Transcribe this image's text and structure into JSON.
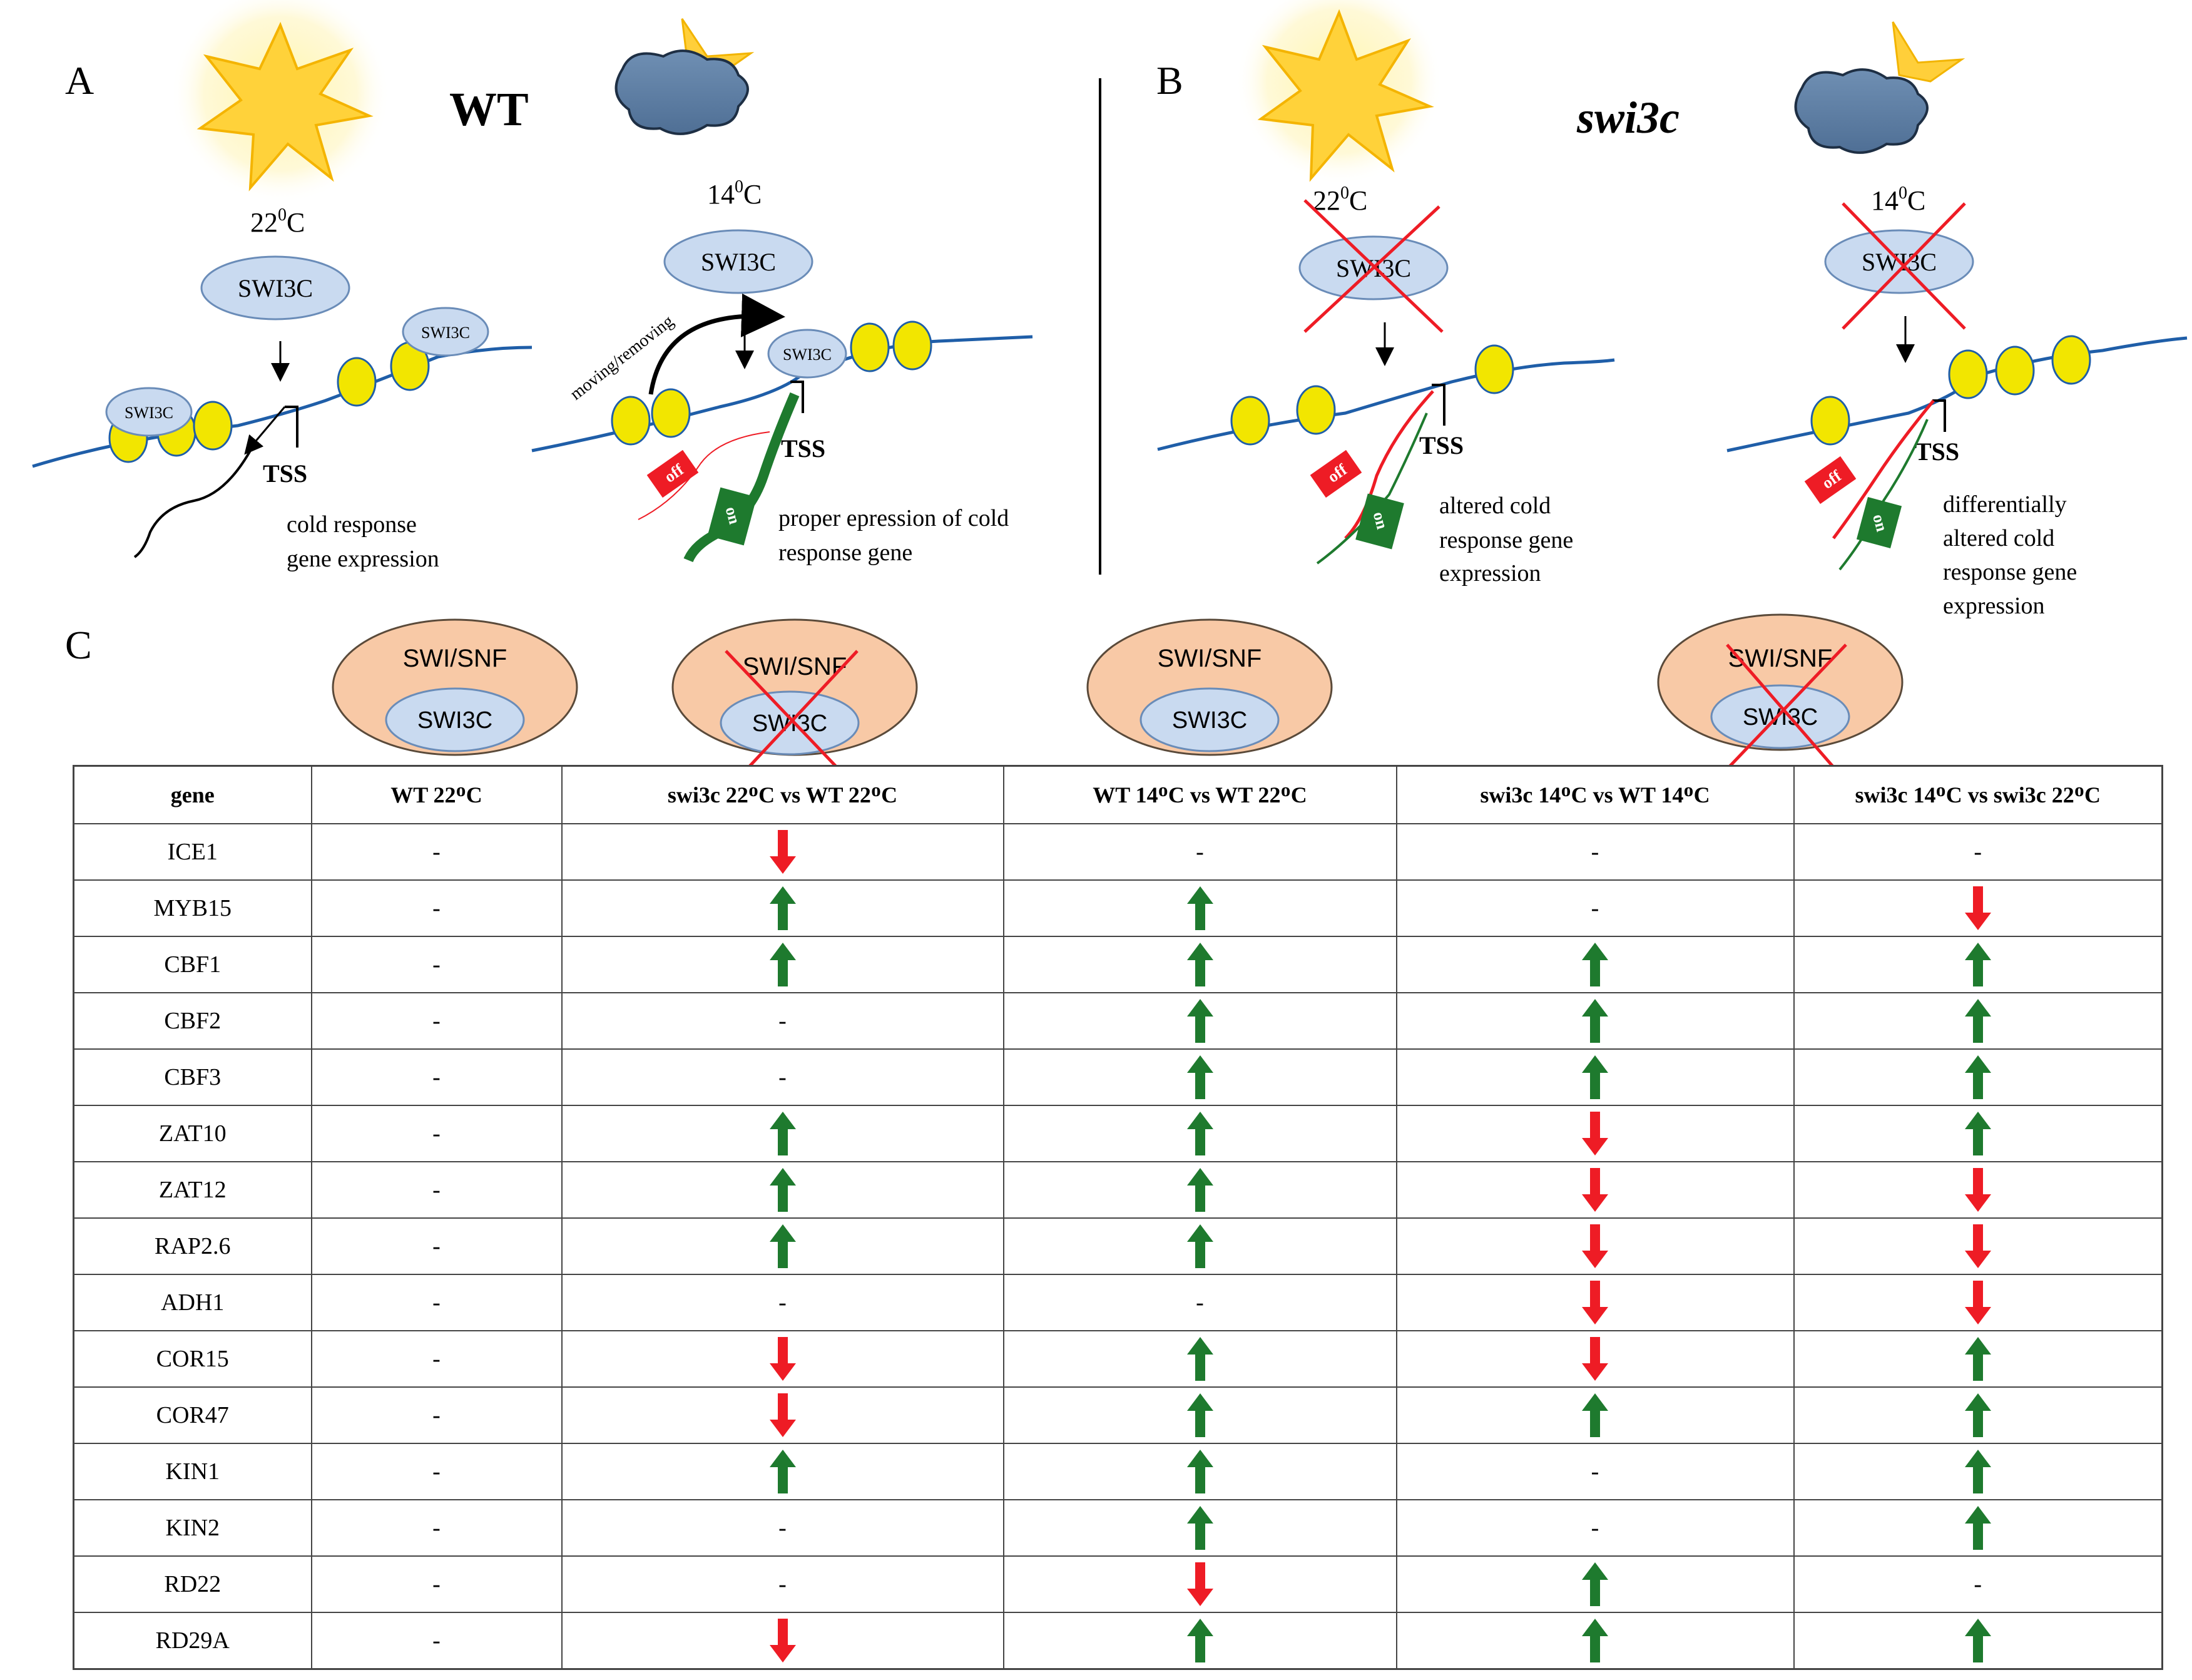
{
  "panel_a": {
    "letter": "A",
    "genotype": "WT",
    "temp_left": "22",
    "temp_right": "14",
    "temp_unit": "C",
    "temp_sup": "0",
    "oval_label": "SWI3C",
    "small_oval_label": "SWI3C",
    "tss": "TSS",
    "moving_label": "moving/removing",
    "caption_left_1": "cold response",
    "caption_left_2": "gene expression",
    "caption_right_1": "proper epression of cold",
    "caption_right_2": "response gene",
    "off_tag": "off",
    "on_tag": "on"
  },
  "panel_b": {
    "letter": "B",
    "genotype": "swi3c",
    "temp_left": "22",
    "temp_right": "14",
    "oval_label": "SWI3C",
    "tss": "TSS",
    "caption_left_1": "altered cold",
    "caption_left_2": "response gene",
    "caption_left_3": "expression",
    "caption_right_1": "differentially",
    "caption_right_2": "altered cold",
    "caption_right_3": "response gene",
    "caption_right_4": "expression",
    "off_tag": "off",
    "on_tag": "on"
  },
  "panel_c": {
    "letter": "C",
    "complex_outer": "SWI/SNF",
    "complex_inner": "SWI3C"
  },
  "colors": {
    "up": "#1e7a2e",
    "down": "#ee1c25",
    "dna": "#1f5ea8",
    "nucleosome": "#f2e600",
    "oval_fill": "#c9daf0",
    "complex_fill": "#f8c9a6",
    "cross": "#ee1c25"
  },
  "table": {
    "headers": [
      "gene",
      "WT 22ᴼC",
      "swi3c 22ᴼC vs WT 22ᴼC",
      "WT 14ᴼC  vs  WT 22ᴼC",
      "swi3c 14ᴼC vs WT 14ᴼC",
      "swi3c 14ᴼC vs swi3c 22ᴼC"
    ],
    "rows": [
      {
        "gene": "ICE1",
        "values": [
          "-",
          "down",
          "-",
          "-",
          "-"
        ]
      },
      {
        "gene": "MYB15",
        "values": [
          "-",
          "up",
          "up",
          "-",
          "down"
        ]
      },
      {
        "gene": "CBF1",
        "values": [
          "-",
          "up",
          "up",
          "up",
          "up"
        ]
      },
      {
        "gene": "CBF2",
        "values": [
          "-",
          "-",
          "up",
          "up",
          "up"
        ]
      },
      {
        "gene": "CBF3",
        "values": [
          "-",
          "-",
          "up",
          "up",
          "up"
        ]
      },
      {
        "gene": "ZAT10",
        "values": [
          "-",
          "up",
          "up",
          "down",
          "up"
        ]
      },
      {
        "gene": "ZAT12",
        "values": [
          "-",
          "up",
          "up",
          "down",
          "down"
        ]
      },
      {
        "gene": "RAP2.6",
        "values": [
          "-",
          "up",
          "up",
          "down",
          "down"
        ]
      },
      {
        "gene": "ADH1",
        "values": [
          "-",
          "-",
          "-",
          "down",
          "down"
        ]
      },
      {
        "gene": "COR15",
        "values": [
          "-",
          "down",
          "up",
          "down",
          "up"
        ]
      },
      {
        "gene": "COR47",
        "values": [
          "-",
          "down",
          "up",
          "up",
          "up"
        ]
      },
      {
        "gene": "KIN1",
        "values": [
          "-",
          "up",
          "up",
          "-",
          "up"
        ]
      },
      {
        "gene": "KIN2",
        "values": [
          "-",
          "-",
          "up",
          "-",
          "up"
        ]
      },
      {
        "gene": "RD22",
        "values": [
          "-",
          "-",
          "down",
          "up",
          "-"
        ]
      },
      {
        "gene": "RD29A",
        "values": [
          "-",
          "down",
          "up",
          "up",
          "up"
        ]
      }
    ]
  }
}
